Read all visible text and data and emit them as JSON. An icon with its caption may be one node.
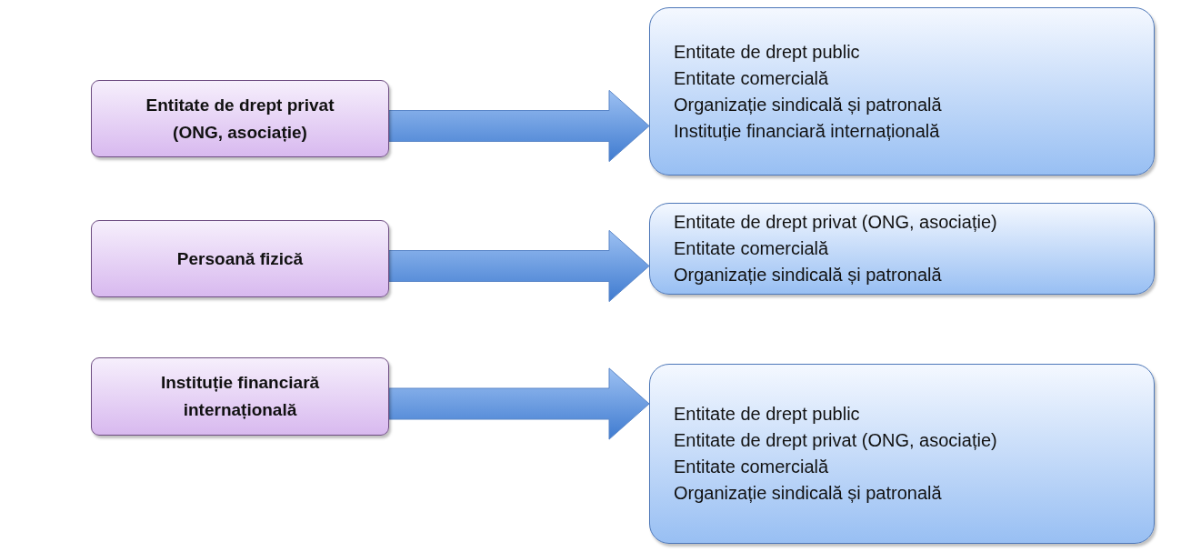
{
  "diagram": {
    "nodes": [
      {
        "text": [
          "Entitate de drept privat (ONG, asociație)"
        ]
      },
      {
        "text": [
          "Entitate de drept public",
          "Entitate comercială",
          "Organizație sindicală și patronală",
          "Instituție financiară internațională"
        ]
      },
      {
        "text": [
          "Persoană fizică"
        ]
      },
      {
        "text": [
          "Entitate de drept privat (ONG, asociație)",
          "Entitate comercială",
          "Organizație sindicală și patronală"
        ]
      },
      {
        "text": [
          "Instituție financiară internațională"
        ]
      },
      {
        "text": [
          "Entitate de drept public",
          "Entitate de drept privat (ONG, asociație)",
          "Entitate comercială",
          "Organizație sindicală și patronală"
        ]
      }
    ],
    "edges": [
      {
        "from": 0,
        "to": 1,
        "arrow": "to",
        "style": "thick"
      },
      {
        "from": 2,
        "to": 3,
        "arrow": "to",
        "style": "thick"
      },
      {
        "from": 4,
        "to": 5,
        "arrow": "to",
        "style": "thick"
      }
    ]
  }
}
